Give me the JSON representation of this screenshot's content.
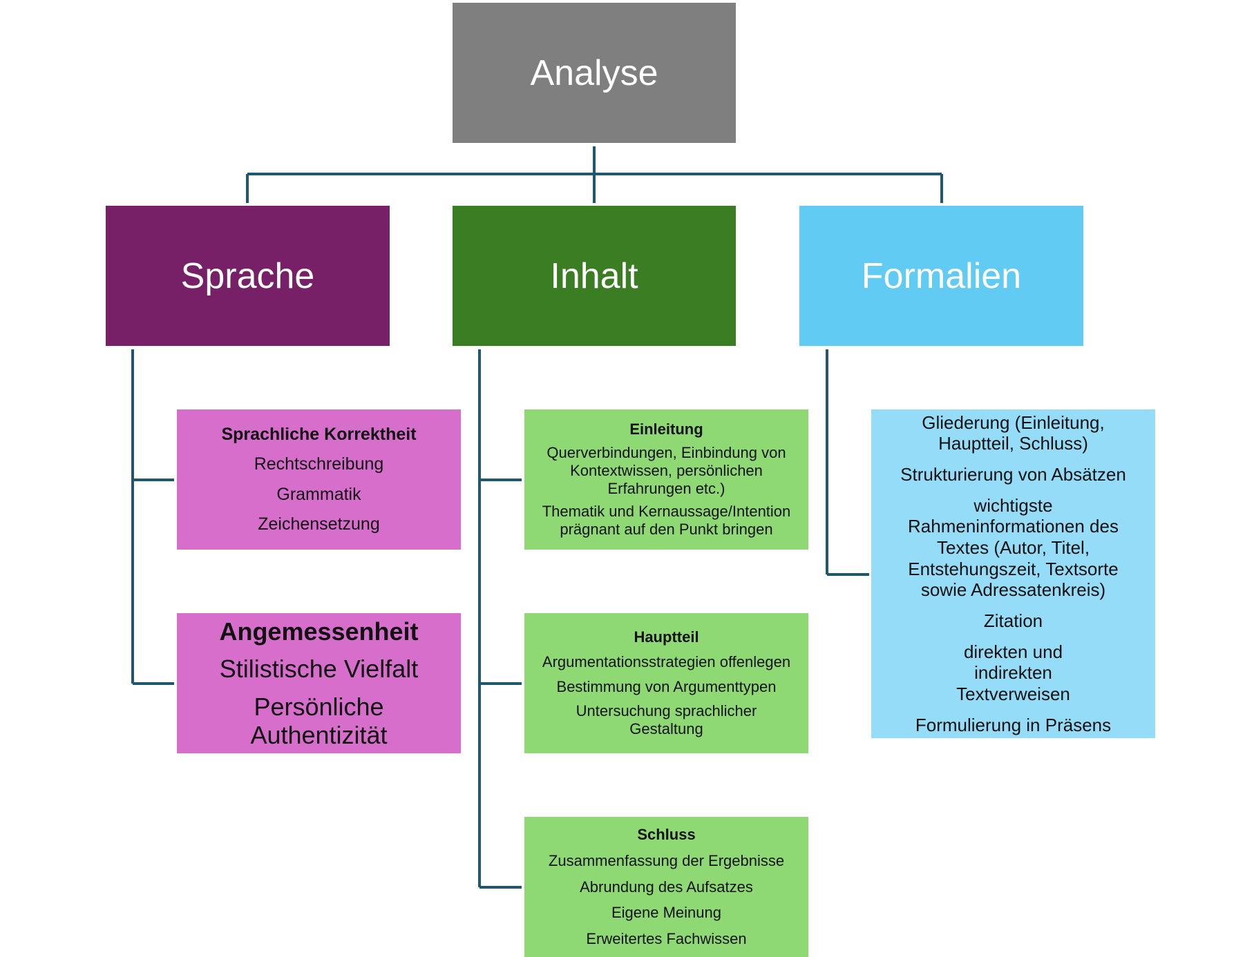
{
  "root": {
    "label": "Analyse"
  },
  "categories": [
    {
      "label": "Sprache",
      "color": "#772067"
    },
    {
      "label": "Inhalt",
      "color": "#3b7d23"
    },
    {
      "label": "Formalien",
      "color": "#61cbf3"
    }
  ],
  "sprache": {
    "korrektheit": {
      "heading": "Sprachliche Korrektheit",
      "items": [
        "Rechtschreibung",
        "Grammatik",
        "Zeichensetzung"
      ]
    },
    "angemessenheit": {
      "heading": "Angemessenheit",
      "items": [
        "Stilistische Vielfalt",
        "Persönliche Authentizität"
      ]
    }
  },
  "inhalt": {
    "einleitung": {
      "heading": "Einleitung",
      "items": [
        "Querverbindungen, Einbindung von Kontextwissen, persönlichen Erfahrungen etc.)",
        "Thematik und Kernaussage/Intention prägnant auf den Punkt bringen"
      ]
    },
    "hauptteil": {
      "heading": "Hauptteil",
      "items": [
        "Argumentationsstrategien offenlegen",
        "Bestimmung von Argumenttypen",
        "Untersuchung sprachlicher Gestaltung"
      ]
    },
    "schluss": {
      "heading": "Schluss",
      "items": [
        "Zusammenfassung der Ergebnisse",
        "Abrundung des Aufsatzes",
        "Eigene Meinung",
        "Erweitertes Fachwissen"
      ]
    }
  },
  "formalien": {
    "items": [
      "Gliederung (Einleitung, Hauptteil, Schluss)",
      "Strukturierung von Absätzen",
      "wichtigste Rahmeninformationen des Textes (Autor, Titel, Entstehungszeit, Textsorte sowie Adressatenkreis)",
      "Zitation",
      "direkten und indirekten Textverweisen",
      "Formulierung in Präsens"
    ]
  },
  "colors": {
    "connector": "#1f5670",
    "root": "#7f7f7f",
    "sprache_leaf": "#d86ecc",
    "inhalt_leaf": "#8ed973",
    "formalien_leaf": "#94dcf8"
  }
}
